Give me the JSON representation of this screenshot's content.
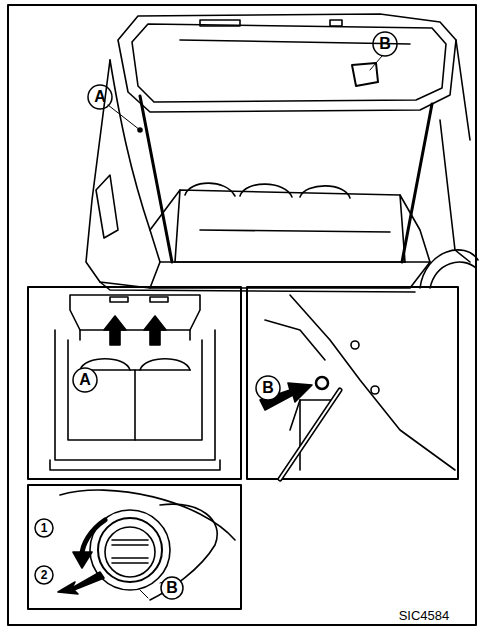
{
  "diagram": {
    "labels": [
      "B",
      "A",
      "A",
      "B",
      "1",
      "2",
      "B",
      "SIC4584"
    ]
  }
}
